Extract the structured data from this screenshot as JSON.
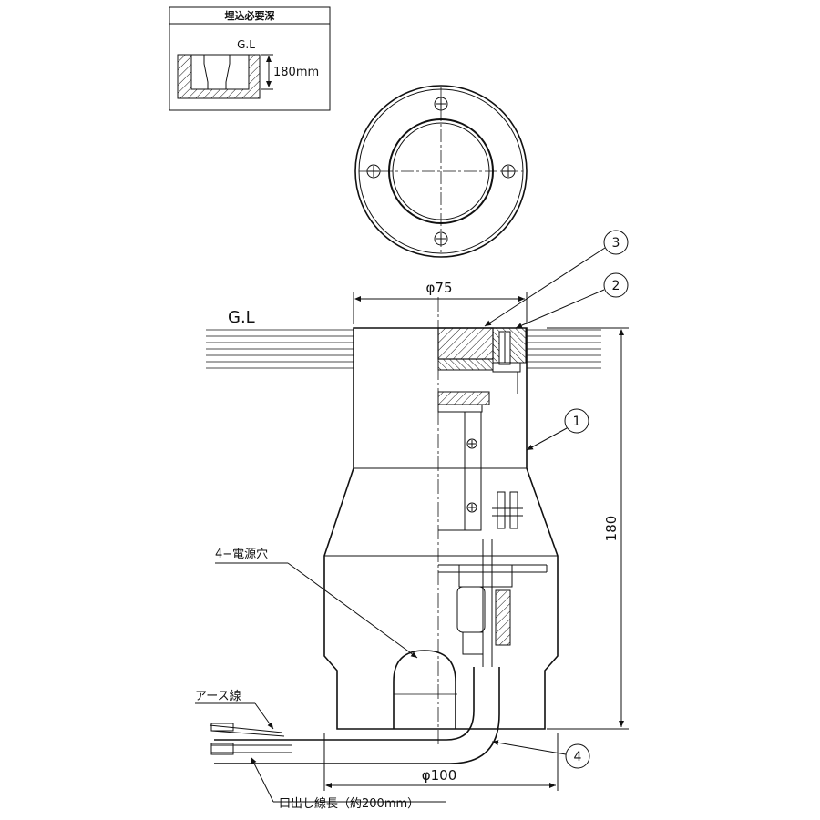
{
  "inset": {
    "title": "埋込必要深",
    "ground_label": "G.L",
    "depth_label": "180mm"
  },
  "section": {
    "ground_label": "G.L",
    "top_diameter": "φ75",
    "bottom_diameter": "φ100",
    "height": "180",
    "power_hole_label": "4−電源穴",
    "earth_wire_label": "アース線",
    "lead_length_label": "口出し線長（約200mm）"
  },
  "callouts": [
    "1",
    "2",
    "3",
    "4"
  ]
}
